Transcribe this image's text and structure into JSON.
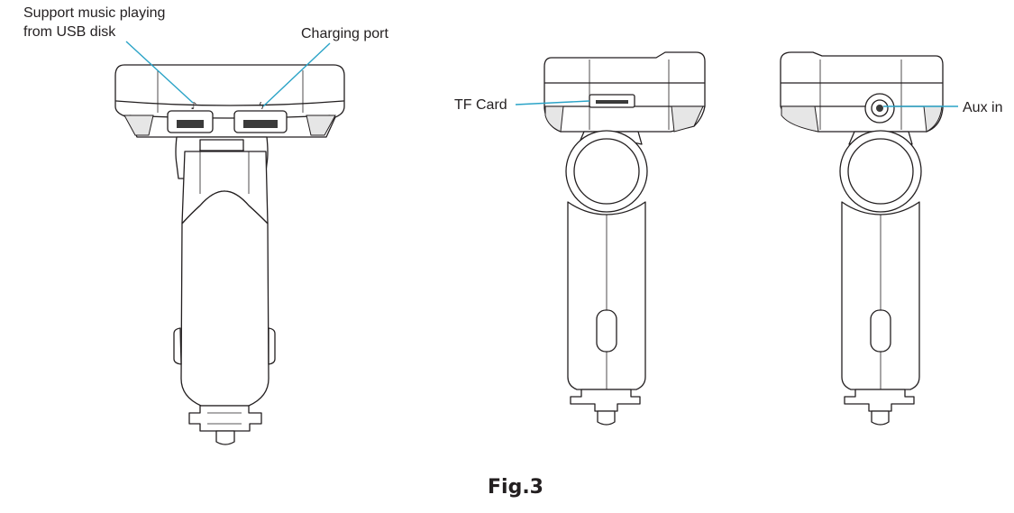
{
  "labels": {
    "usb_music": [
      "Support music playing",
      "from USB disk"
    ],
    "charging_port": "Charging port",
    "tf_card": "TF Card",
    "aux_in": "Aux in"
  },
  "caption": "Fig.3",
  "colors": {
    "leader_line": "#2aa3c7",
    "outline": "#231f20",
    "background": "#ffffff"
  },
  "icons": {
    "usb_music_port": "music-note-icon",
    "charging_port": "lightning-bolt-icon"
  }
}
